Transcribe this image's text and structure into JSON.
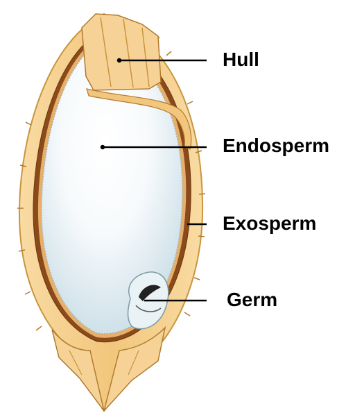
{
  "labels": {
    "hull": "Hull",
    "endosperm": "Endosperm",
    "exosperm": "Exosperm",
    "germ": "Germ"
  },
  "colors": {
    "hull_fill": "#f4cf8e",
    "hull_edge": "#c9953e",
    "brown_layer": "#8a4a1a",
    "endosperm": "#d7e6ec",
    "endosperm_highlight": "#ffffff",
    "leader_line": "#000000",
    "text": "#000000"
  }
}
